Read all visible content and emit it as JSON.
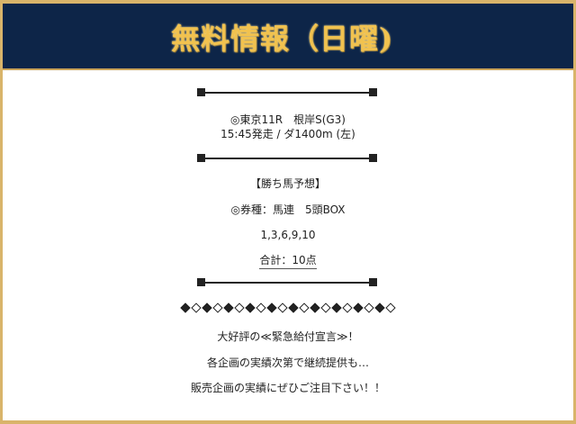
{
  "header": {
    "title": "無料情報（日曜)"
  },
  "race": {
    "line1": "◎東京11R　根岸S(G3)",
    "line2": "15:45発走 / ダ1400m (左)"
  },
  "prediction": {
    "heading": "【勝ち馬予想】",
    "ticket_type": "◎券種：馬連　5頭BOX",
    "numbers": "1,3,6,9,10",
    "total": "合計：10点"
  },
  "diamond_pattern": [
    "filled",
    "hollow",
    "filled",
    "hollow",
    "filled",
    "hollow",
    "filled",
    "hollow",
    "filled",
    "hollow",
    "filled",
    "hollow",
    "filled",
    "hollow",
    "filled",
    "hollow",
    "filled",
    "hollow",
    "filled",
    "hollow"
  ],
  "notice": {
    "line1": "大好評の≪緊急給付宣言≫！",
    "line2": "各企画の実績次第で継続提供も…",
    "line3": "販売企画の実績にぜひご注目下さい！！"
  },
  "colors": {
    "header_bg": "#0d2548",
    "title_gold": "#f1c24f",
    "frame_gold": "#d9b46a"
  }
}
